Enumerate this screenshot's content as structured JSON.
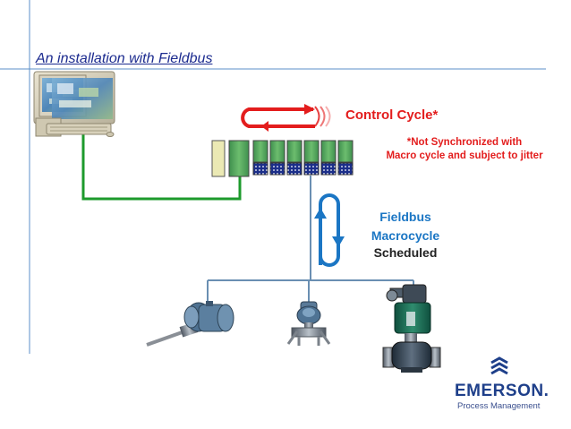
{
  "slide": {
    "title": "An installation with Fieldbus",
    "control_cycle_label": "Control Cycle*",
    "note_line1": "*Not Synchronized with",
    "note_line2": "Macro cycle and subject to jitter",
    "fieldbus_line1": "Fieldbus",
    "fieldbus_line2": "Macrocycle",
    "fieldbus_line3": "Scheduled"
  },
  "brand": {
    "name": "EMERSON.",
    "subtitle": "Process Management"
  },
  "colors": {
    "title": "#1c2b8f",
    "accent_red": "#e31d1d",
    "accent_blue": "#1b76c4",
    "green_line": "#1d9a2c",
    "bus_line": "#6a8fb2",
    "guide_line": "#5b8fc9",
    "brand_blue": "#1e3f8a"
  },
  "icons": [
    "workstation-computer-icon",
    "controller-rack-icon",
    "control-cycle-arrows-icon",
    "macrocycle-loop-icon",
    "temperature-transmitter-icon",
    "pressure-transmitter-icon",
    "control-valve-icon",
    "emerson-logo-icon"
  ]
}
